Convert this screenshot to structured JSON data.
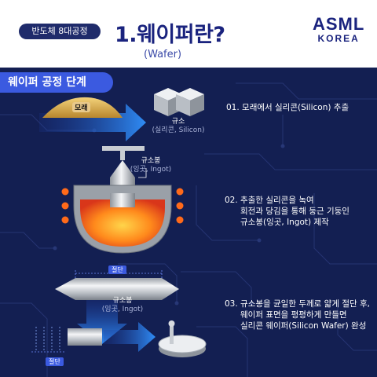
{
  "header": {
    "badge": "반도체 8대공정",
    "title": "1.웨이퍼란?",
    "subtitle": "(Wafer)",
    "logo_main": "ASML",
    "logo_sub": "KOREA"
  },
  "section_title": "웨이퍼 공정 단계",
  "steps": [
    {
      "number": "01.",
      "text": "모래에서 실리콘(Silicon) 추출",
      "labels": {
        "sand": "모래",
        "product": "규소",
        "product_detail": "(실리콘, Silicon)"
      }
    },
    {
      "number": "02.",
      "line1": "추출한 실리콘을 녹여",
      "line2": "회전과 당김을 통해 둥근 기둥인",
      "line3_main": "규소봉(잉곳, Ingot) 제작",
      "labels": {
        "ingot": "규소봉",
        "ingot_detail": "(잉곳, Ingot)"
      }
    },
    {
      "number": "03.",
      "line1": "규소봉을 균일한 두께로 얇게 절단 후,",
      "line2": "웨이퍼 표면을 평평하게 만들면",
      "line3": "실리콘 웨이퍼(Silicon Wafer) 완성",
      "labels": {
        "cut_top": "절단",
        "ingot": "규소봉",
        "ingot_detail": "(잉곳, Ingot)",
        "cut_bottom": "절단"
      }
    }
  ],
  "colors": {
    "navy": "#131f52",
    "accent_blue": "#3b5ae0",
    "title_blue": "#1a237e",
    "arrow_blue": "#2f7bf0"
  }
}
